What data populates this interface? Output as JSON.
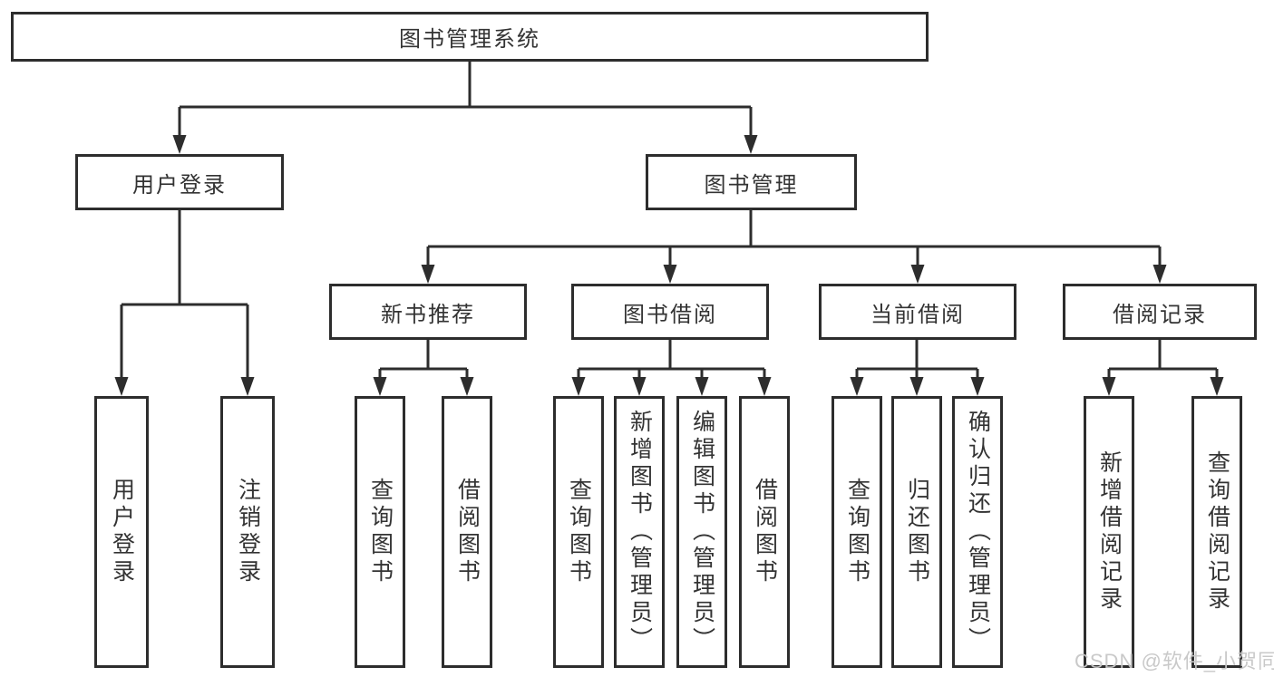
{
  "diagram": {
    "title": "图书管理系统",
    "root": {
      "label": "图书管理系统"
    },
    "level1": {
      "user_login": {
        "label": "用户登录"
      },
      "book_management": {
        "label": "图书管理"
      }
    },
    "level2": {
      "new_book_recommend": {
        "label": "新书推荐"
      },
      "book_borrow": {
        "label": "图书借阅"
      },
      "current_borrow": {
        "label": "当前借阅"
      },
      "borrow_records": {
        "label": "借阅记录"
      }
    },
    "leaves": {
      "user_login": {
        "label": "用户登录"
      },
      "logout": {
        "label": "注销登录"
      },
      "recommend_query_books": {
        "label": "查询图书"
      },
      "recommend_borrow_books": {
        "label": "借阅图书"
      },
      "borrow_query_books": {
        "label": "查询图书"
      },
      "borrow_add_books_admin": {
        "label": "新增图书（管理员）"
      },
      "borrow_edit_books_admin": {
        "label": "编辑图书（管理员）"
      },
      "borrow_borrow_books": {
        "label": "借阅图书"
      },
      "current_query_books": {
        "label": "查询图书"
      },
      "current_return_books": {
        "label": "归还图书"
      },
      "current_confirm_return_admin": {
        "label": "确认归还（管理员）"
      },
      "records_add_record": {
        "label": "新增借阅记录"
      },
      "records_query_record": {
        "label": "查询借阅记录"
      }
    },
    "colors": {
      "line": "#2d2d2d",
      "text": "#333333",
      "watermark": "#c6c6c6",
      "background": "#ffffff"
    }
  },
  "watermark": {
    "text": "CSDN @软件_小贺同学"
  }
}
